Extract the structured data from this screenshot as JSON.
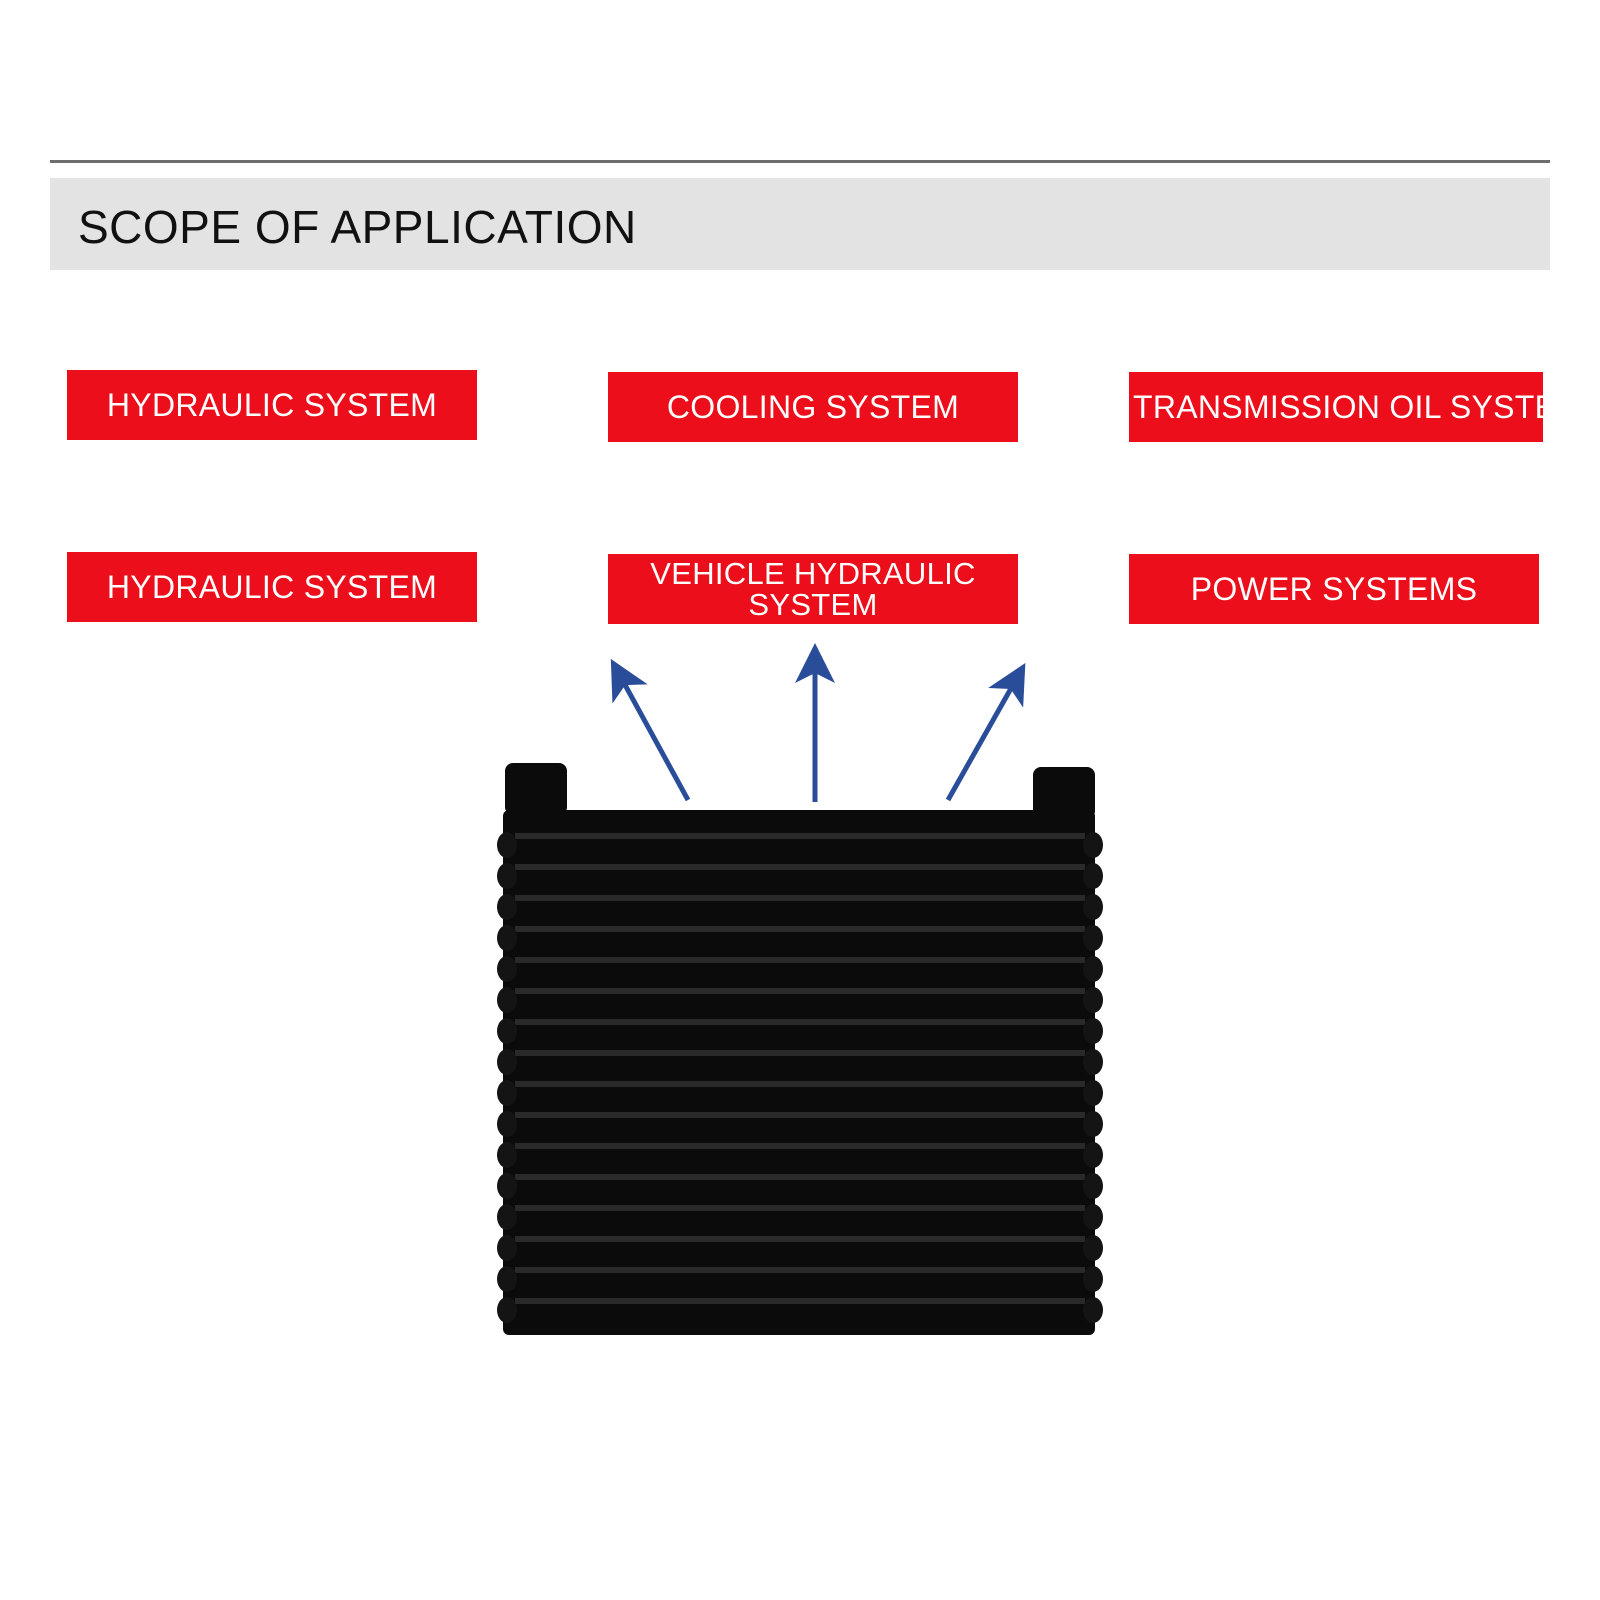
{
  "header": {
    "title": "SCOPE OF APPLICATION"
  },
  "applications": [
    {
      "label": "HYDRAULIC SYSTEM"
    },
    {
      "label": "COOLING SYSTEM"
    },
    {
      "label": "TRANSMISSION OIL SYSTEM"
    },
    {
      "label": "HYDRAULIC SYSTEM"
    },
    {
      "label": "VEHICLE HYDRAULIC SYSTEM"
    },
    {
      "label": "POWER SYSTEMS"
    }
  ],
  "colors": {
    "tag_red": "#ec0f1b",
    "arrow_blue": "#2a4d9a",
    "header_band": "#e3e3e3",
    "cooler_black": "#0b0b0b"
  },
  "image": {
    "subject": "oil-cooler-radiator"
  }
}
